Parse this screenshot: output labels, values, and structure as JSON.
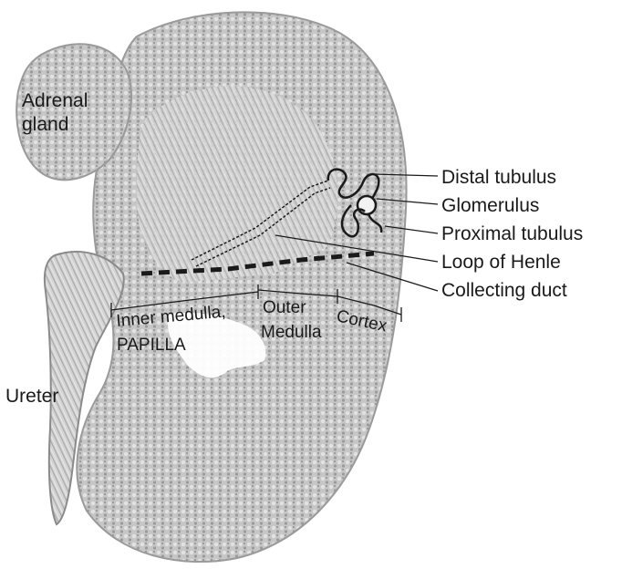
{
  "figure": {
    "background": "#ffffff",
    "tissue_color": "#c9c9c9",
    "tissue_dark": "#8f8f8f",
    "annotation_color": "#1a1a1a"
  },
  "labels": {
    "adrenal_line1": "Adrenal",
    "adrenal_line2": "gland",
    "ureter": "Ureter",
    "distal_tubulus": "Distal tubulus",
    "glomerulus": "Glomerulus",
    "proximal_tubulus": "Proximal tubulus",
    "loop_of_henle": "Loop of Henle",
    "collecting_duct": "Collecting duct",
    "inner_medulla": "Inner medulla,",
    "papilla": "PAPILLA",
    "outer": "Outer",
    "medulla": "Medulla",
    "cortex": "Cortex"
  }
}
